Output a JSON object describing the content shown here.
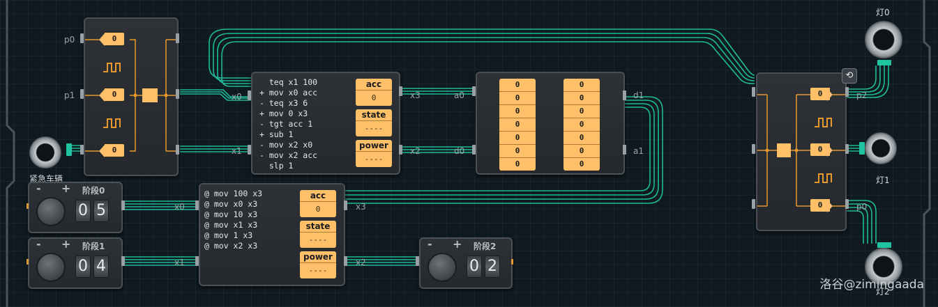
{
  "lamps": {
    "lamp0": "灯0",
    "lamp1": "灯1",
    "lamp2": "灯2",
    "emergency": "紧急车辆"
  },
  "mcA": {
    "code": [
      "  teq x1 100",
      "+ mov x0 acc",
      "- teq x3 6",
      "+ mov 0 x3",
      "- tgt acc 1",
      "+ sub 1",
      "- mov x2 x0",
      "- mov x2 acc",
      "  slp 1"
    ],
    "regs": [
      {
        "name": "acc",
        "value": "0"
      },
      {
        "name": "state",
        "value": "----"
      },
      {
        "name": "power",
        "value": "----"
      }
    ],
    "ports": {
      "x0": "x0",
      "x1": "x1",
      "x3": "x3",
      "x2": "x2"
    }
  },
  "mcB": {
    "code": [
      "@ mov 100 x3",
      "@ mov x0 x3",
      "@ mov 10 x3",
      "@ mov x1 x3",
      "@ mov 1 x3",
      "@ mov x2 x3"
    ],
    "regs": [
      {
        "name": "acc",
        "value": "0"
      },
      {
        "name": "state",
        "value": "----"
      },
      {
        "name": "power",
        "value": "----"
      }
    ],
    "ports": {
      "x0": "x0",
      "x1": "x1",
      "x3": "x3",
      "x2": "x2"
    }
  },
  "ram": {
    "col1": [
      "0",
      "0",
      "0",
      "0",
      "0",
      "0",
      "0"
    ],
    "col2": [
      "0",
      "0",
      "0",
      "0",
      "0",
      "0",
      "0"
    ],
    "ports": {
      "a0": "a0",
      "d0": "d0",
      "d1": "d1",
      "a1": "a1"
    }
  },
  "leftPulse": {
    "ports": {
      "p0": "p0",
      "p1": "p1"
    },
    "gates": [
      "0",
      "0",
      "0"
    ]
  },
  "rightPulse": {
    "ports": {
      "p2": "p2",
      "p0": "p0"
    },
    "gates": [
      "0",
      "0",
      "0"
    ]
  },
  "dials": [
    {
      "title": "阶段0",
      "d1": "0",
      "d2": "5",
      "port": "x0"
    },
    {
      "title": "阶段1",
      "d1": "0",
      "d2": "4",
      "port": "x1"
    },
    {
      "title": "阶段2",
      "d1": "0",
      "d2": "2",
      "port": "x2"
    }
  ],
  "dialSigns": {
    "minus": "-",
    "plus": "+"
  },
  "watermark": "洛谷@zimingaada",
  "resetIcon": "⟲",
  "colors": {
    "wire": "#1fc4a0",
    "reg": "#ffc069",
    "module": "#2b2f33"
  }
}
